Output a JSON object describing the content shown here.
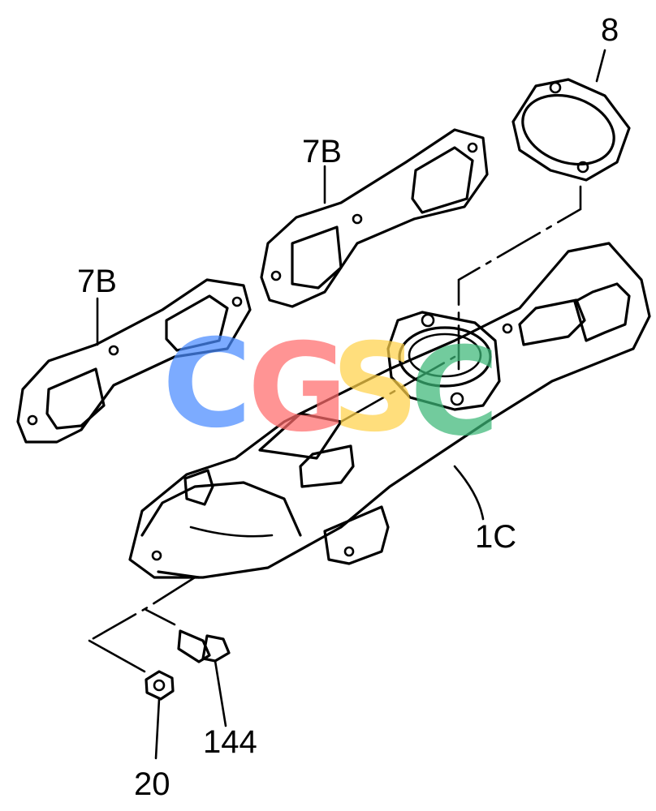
{
  "diagram": {
    "callouts": [
      {
        "id": "7B-left",
        "label": "7B"
      },
      {
        "id": "7B-middle",
        "label": "7B"
      },
      {
        "id": "8",
        "label": "8"
      },
      {
        "id": "1C",
        "label": "1C"
      },
      {
        "id": "144",
        "label": "144"
      },
      {
        "id": "20",
        "label": "20"
      }
    ],
    "watermark": {
      "letters": [
        "C",
        "G",
        "S",
        "C"
      ],
      "colors": [
        "#4a8cff",
        "#ff6b6b",
        "#ffd24a",
        "#3cb878"
      ]
    }
  }
}
